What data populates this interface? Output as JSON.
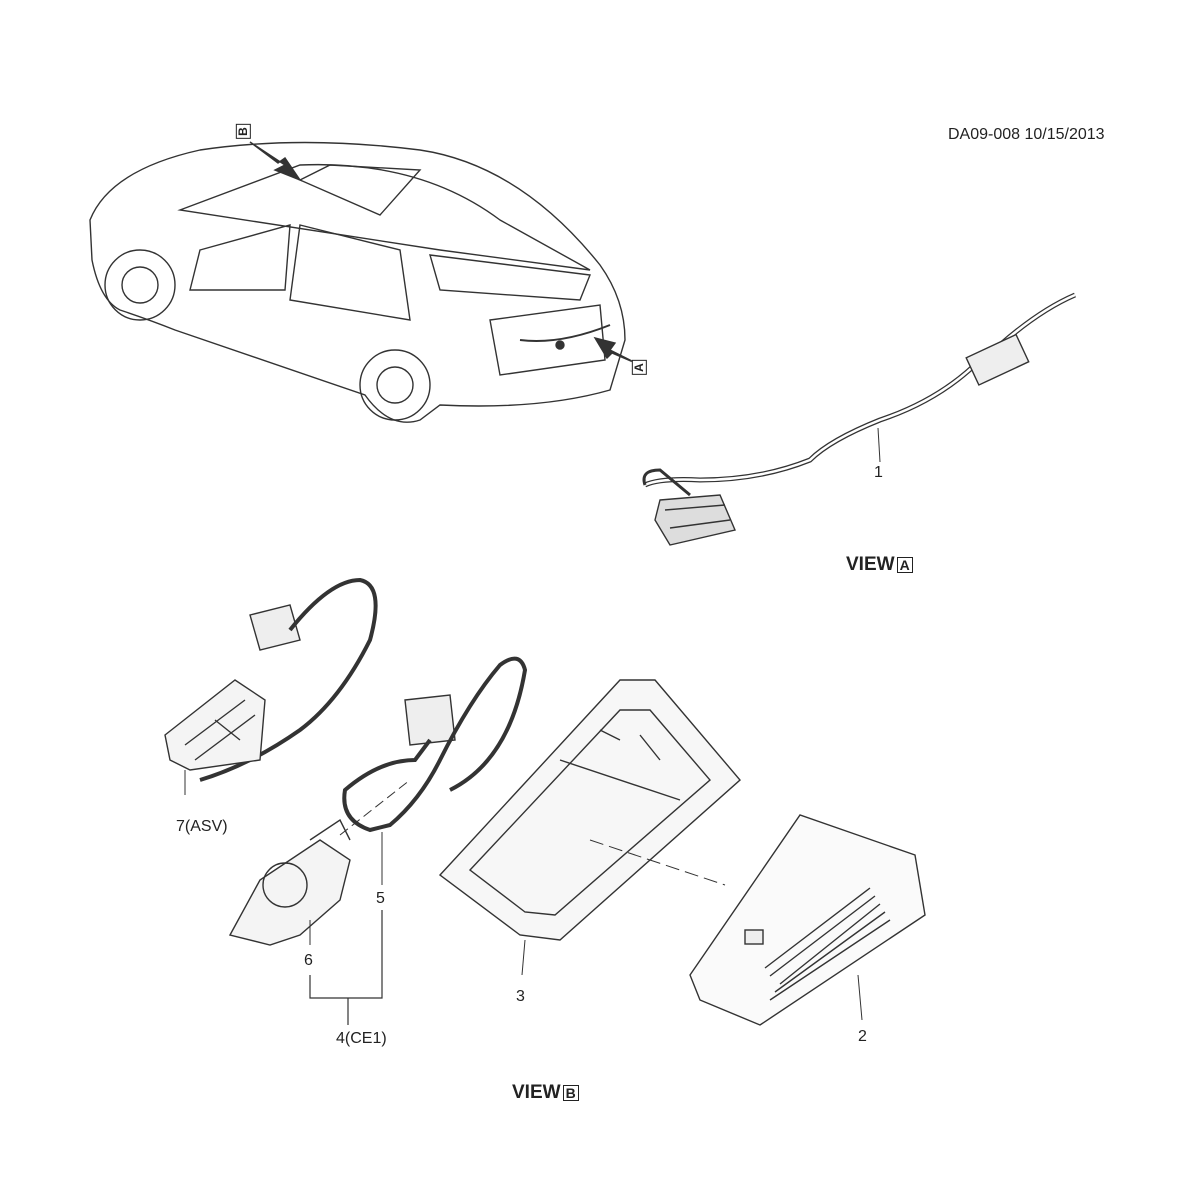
{
  "header": {
    "drawing_code": "DA09-008 10/15/2013"
  },
  "arrows": {
    "a_label": "A",
    "b_label": "B"
  },
  "views": {
    "view_a": {
      "prefix": "VIEW",
      "letter": "A"
    },
    "view_b": {
      "prefix": "VIEW",
      "letter": "B"
    }
  },
  "callouts": {
    "c1": "1",
    "c2": "2",
    "c3": "3",
    "c4": "4(CE1)",
    "c5": "5",
    "c6": "6",
    "c7": "7(ASV)"
  }
}
